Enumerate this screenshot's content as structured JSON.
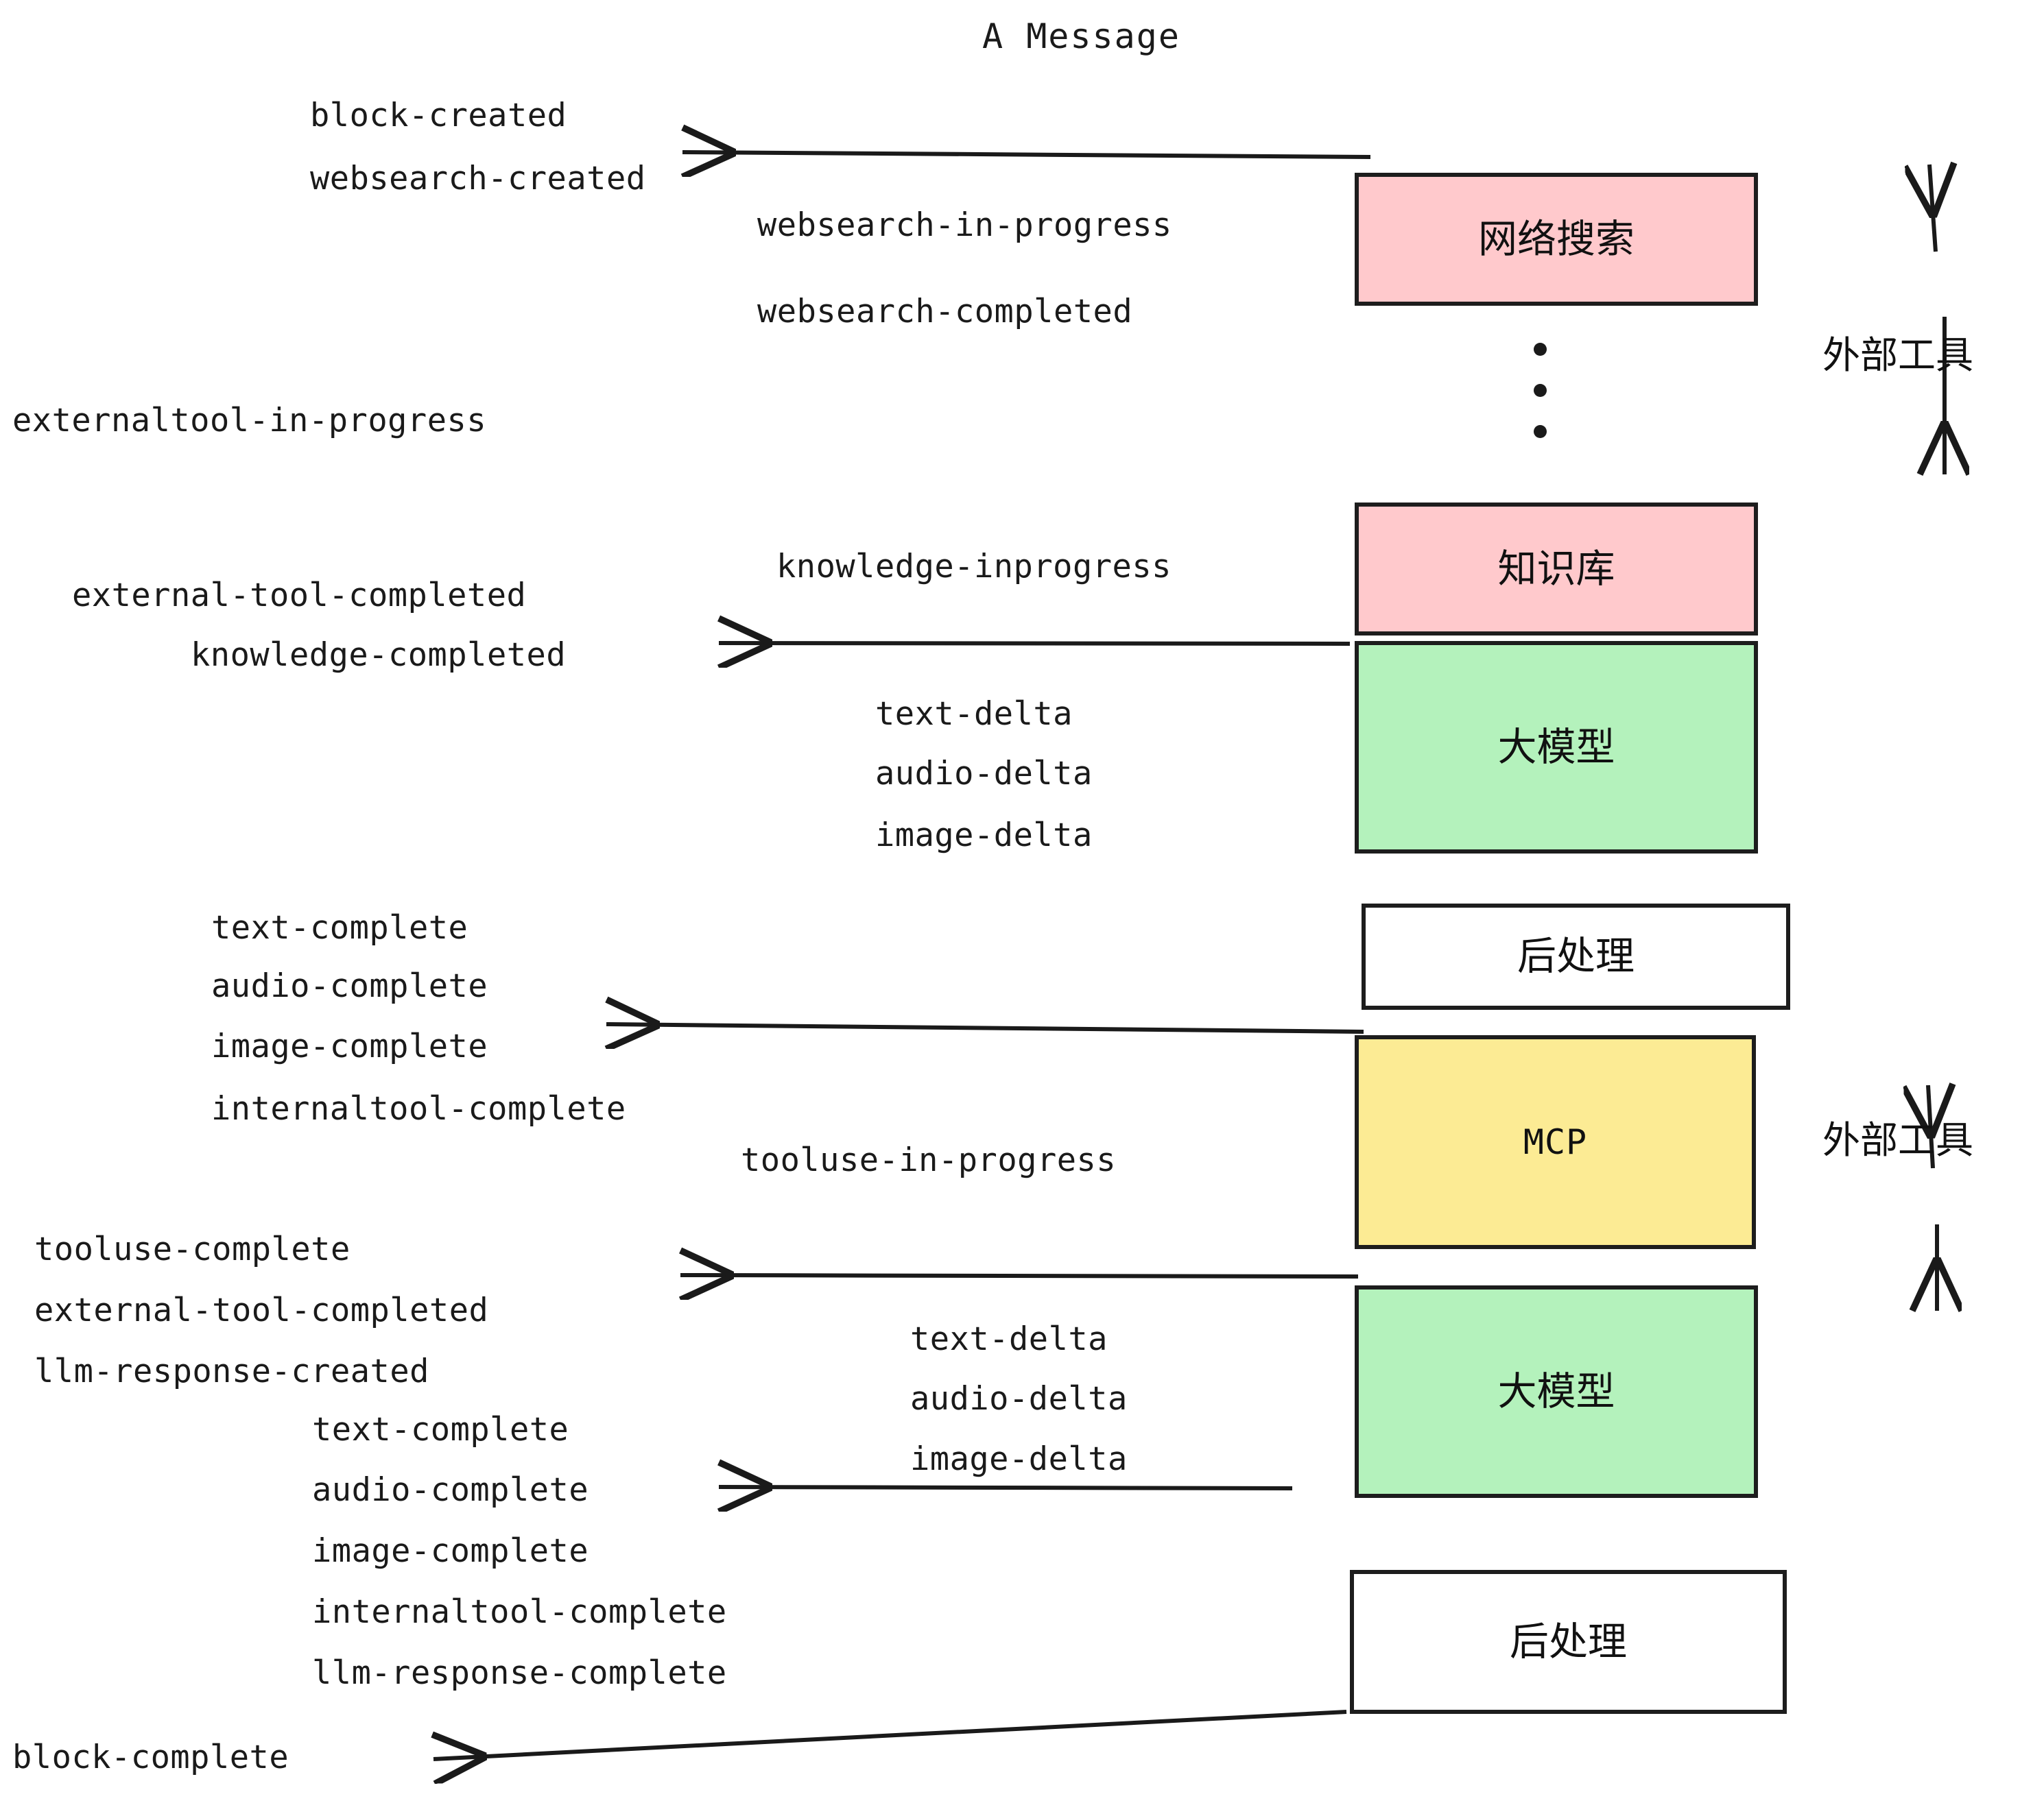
{
  "title": "A Message",
  "boxes": [
    {
      "name": "websearch",
      "label": "网络搜索",
      "color": "#FFC9CC"
    },
    {
      "name": "knowledge-base",
      "label": "知识库",
      "color": "#FFC9CC"
    },
    {
      "name": "llm-top",
      "label": "大模型",
      "color": "#B4F2BC"
    },
    {
      "name": "postprocess-top",
      "label": "后处理",
      "color": "#FFFFFF"
    },
    {
      "name": "mcp",
      "label": "MCP",
      "color": "#FCEB94"
    },
    {
      "name": "llm-bottom",
      "label": "大模型",
      "color": "#B4F2BC"
    },
    {
      "name": "postprocess-bottom",
      "label": "后处理",
      "color": "#FFFFFF"
    }
  ],
  "side_labels": [
    {
      "name": "external-tool-top",
      "label": "外部工具"
    },
    {
      "name": "external-tool-bottom",
      "label": "外部工具"
    }
  ],
  "events": [
    {
      "name": "block-created",
      "text": "block-created"
    },
    {
      "name": "websearch-created",
      "text": "websearch-created"
    },
    {
      "name": "websearch-in-progress",
      "text": "websearch-in-progress"
    },
    {
      "name": "websearch-completed",
      "text": "websearch-completed"
    },
    {
      "name": "externaltool-in-progress",
      "text": "externaltool-in-progress"
    },
    {
      "name": "knowledge-inprogress",
      "text": "knowledge-inprogress"
    },
    {
      "name": "external-tool-completed-1",
      "text": "external-tool-completed"
    },
    {
      "name": "knowledge-completed",
      "text": "knowledge-completed"
    },
    {
      "name": "text-delta-1",
      "text": "text-delta"
    },
    {
      "name": "audio-delta-1",
      "text": "audio-delta"
    },
    {
      "name": "image-delta-1",
      "text": "image-delta"
    },
    {
      "name": "text-complete-1",
      "text": "text-complete"
    },
    {
      "name": "audio-complete-1",
      "text": "audio-complete"
    },
    {
      "name": "image-complete-1",
      "text": "image-complete"
    },
    {
      "name": "internaltool-complete-1",
      "text": "internaltool-complete"
    },
    {
      "name": "tooluse-in-progress",
      "text": "tooluse-in-progress"
    },
    {
      "name": "tooluse-complete",
      "text": "tooluse-complete"
    },
    {
      "name": "external-tool-completed-2",
      "text": "external-tool-completed"
    },
    {
      "name": "llm-response-created",
      "text": "llm-response-created"
    },
    {
      "name": "text-delta-2",
      "text": "text-delta"
    },
    {
      "name": "audio-delta-2",
      "text": "audio-delta"
    },
    {
      "name": "image-delta-2",
      "text": "image-delta"
    },
    {
      "name": "text-complete-2",
      "text": "text-complete"
    },
    {
      "name": "audio-complete-2",
      "text": "audio-complete"
    },
    {
      "name": "image-complete-2",
      "text": "image-complete"
    },
    {
      "name": "internaltool-complete-2",
      "text": "internaltool-complete"
    },
    {
      "name": "llm-response-complete",
      "text": "llm-response-complete"
    },
    {
      "name": "block-complete",
      "text": "block-complete"
    }
  ],
  "colors": {
    "pink": "#FFC9CC",
    "green": "#B4F2BC",
    "yellow": "#FCEB94",
    "white": "#FFFFFF",
    "stroke": "#1d1d1d",
    "text": "#1a1a1a",
    "background": "#FFFFFF"
  }
}
